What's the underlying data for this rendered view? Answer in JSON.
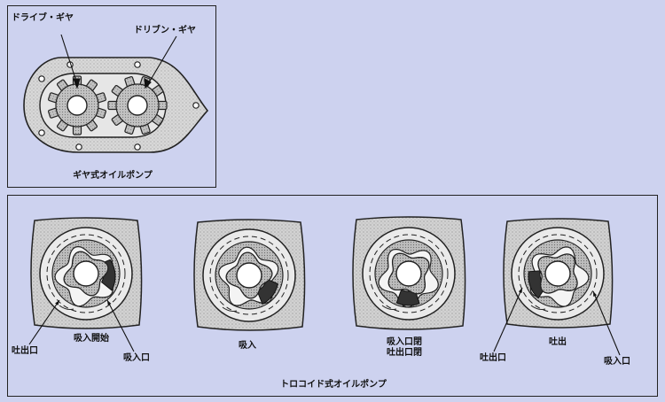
{
  "gear_pump": {
    "drive_gear_label": "ドライブ・ギヤ",
    "driven_gear_label": "ドリブン・ギヤ",
    "caption": "ギヤ式オイルポンプ"
  },
  "trochoid_pump": {
    "stages": [
      {
        "labels": [
          "吸入開始"
        ],
        "left_callout": "吐出口",
        "right_callout": "吸入口"
      },
      {
        "labels": [
          "吸入"
        ]
      },
      {
        "labels": [
          "吸入口閉",
          "吐出口閉"
        ]
      },
      {
        "labels": [
          "吐出"
        ],
        "left_callout": "吐出口",
        "right_callout": "吸入口"
      }
    ],
    "caption": "トロコイド式オイルポンプ"
  },
  "colors": {
    "background": "#cdd2ef",
    "housing": "#d4d4d4",
    "ink": "#222222",
    "dark_fill": "#333333"
  }
}
